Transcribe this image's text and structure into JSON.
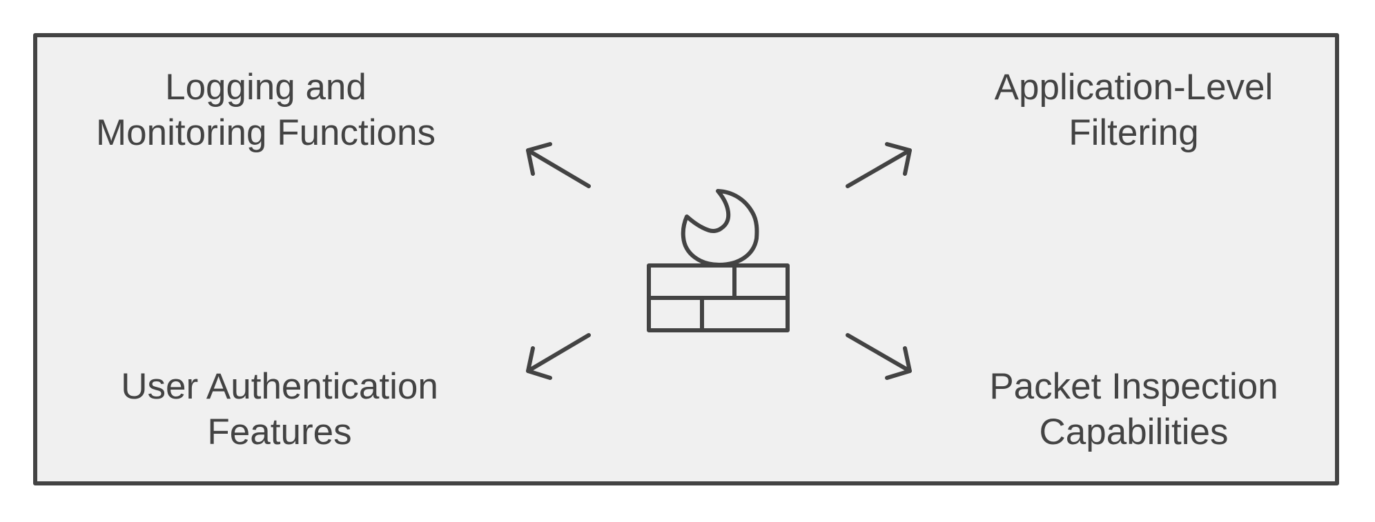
{
  "diagram": {
    "center_icon": "firewall-icon",
    "colors": {
      "stroke": "#434343",
      "panel_background": "#f0f0f0",
      "page_background": "#ffffff"
    },
    "nodes": {
      "top_left": {
        "line1": "Logging and",
        "line2": "Monitoring Functions"
      },
      "top_right": {
        "line1": "Application-Level",
        "line2": "Filtering"
      },
      "bottom_left": {
        "line1": "User Authentication",
        "line2": "Features"
      },
      "bottom_right": {
        "line1": "Packet Inspection",
        "line2": "Capabilities"
      }
    }
  }
}
